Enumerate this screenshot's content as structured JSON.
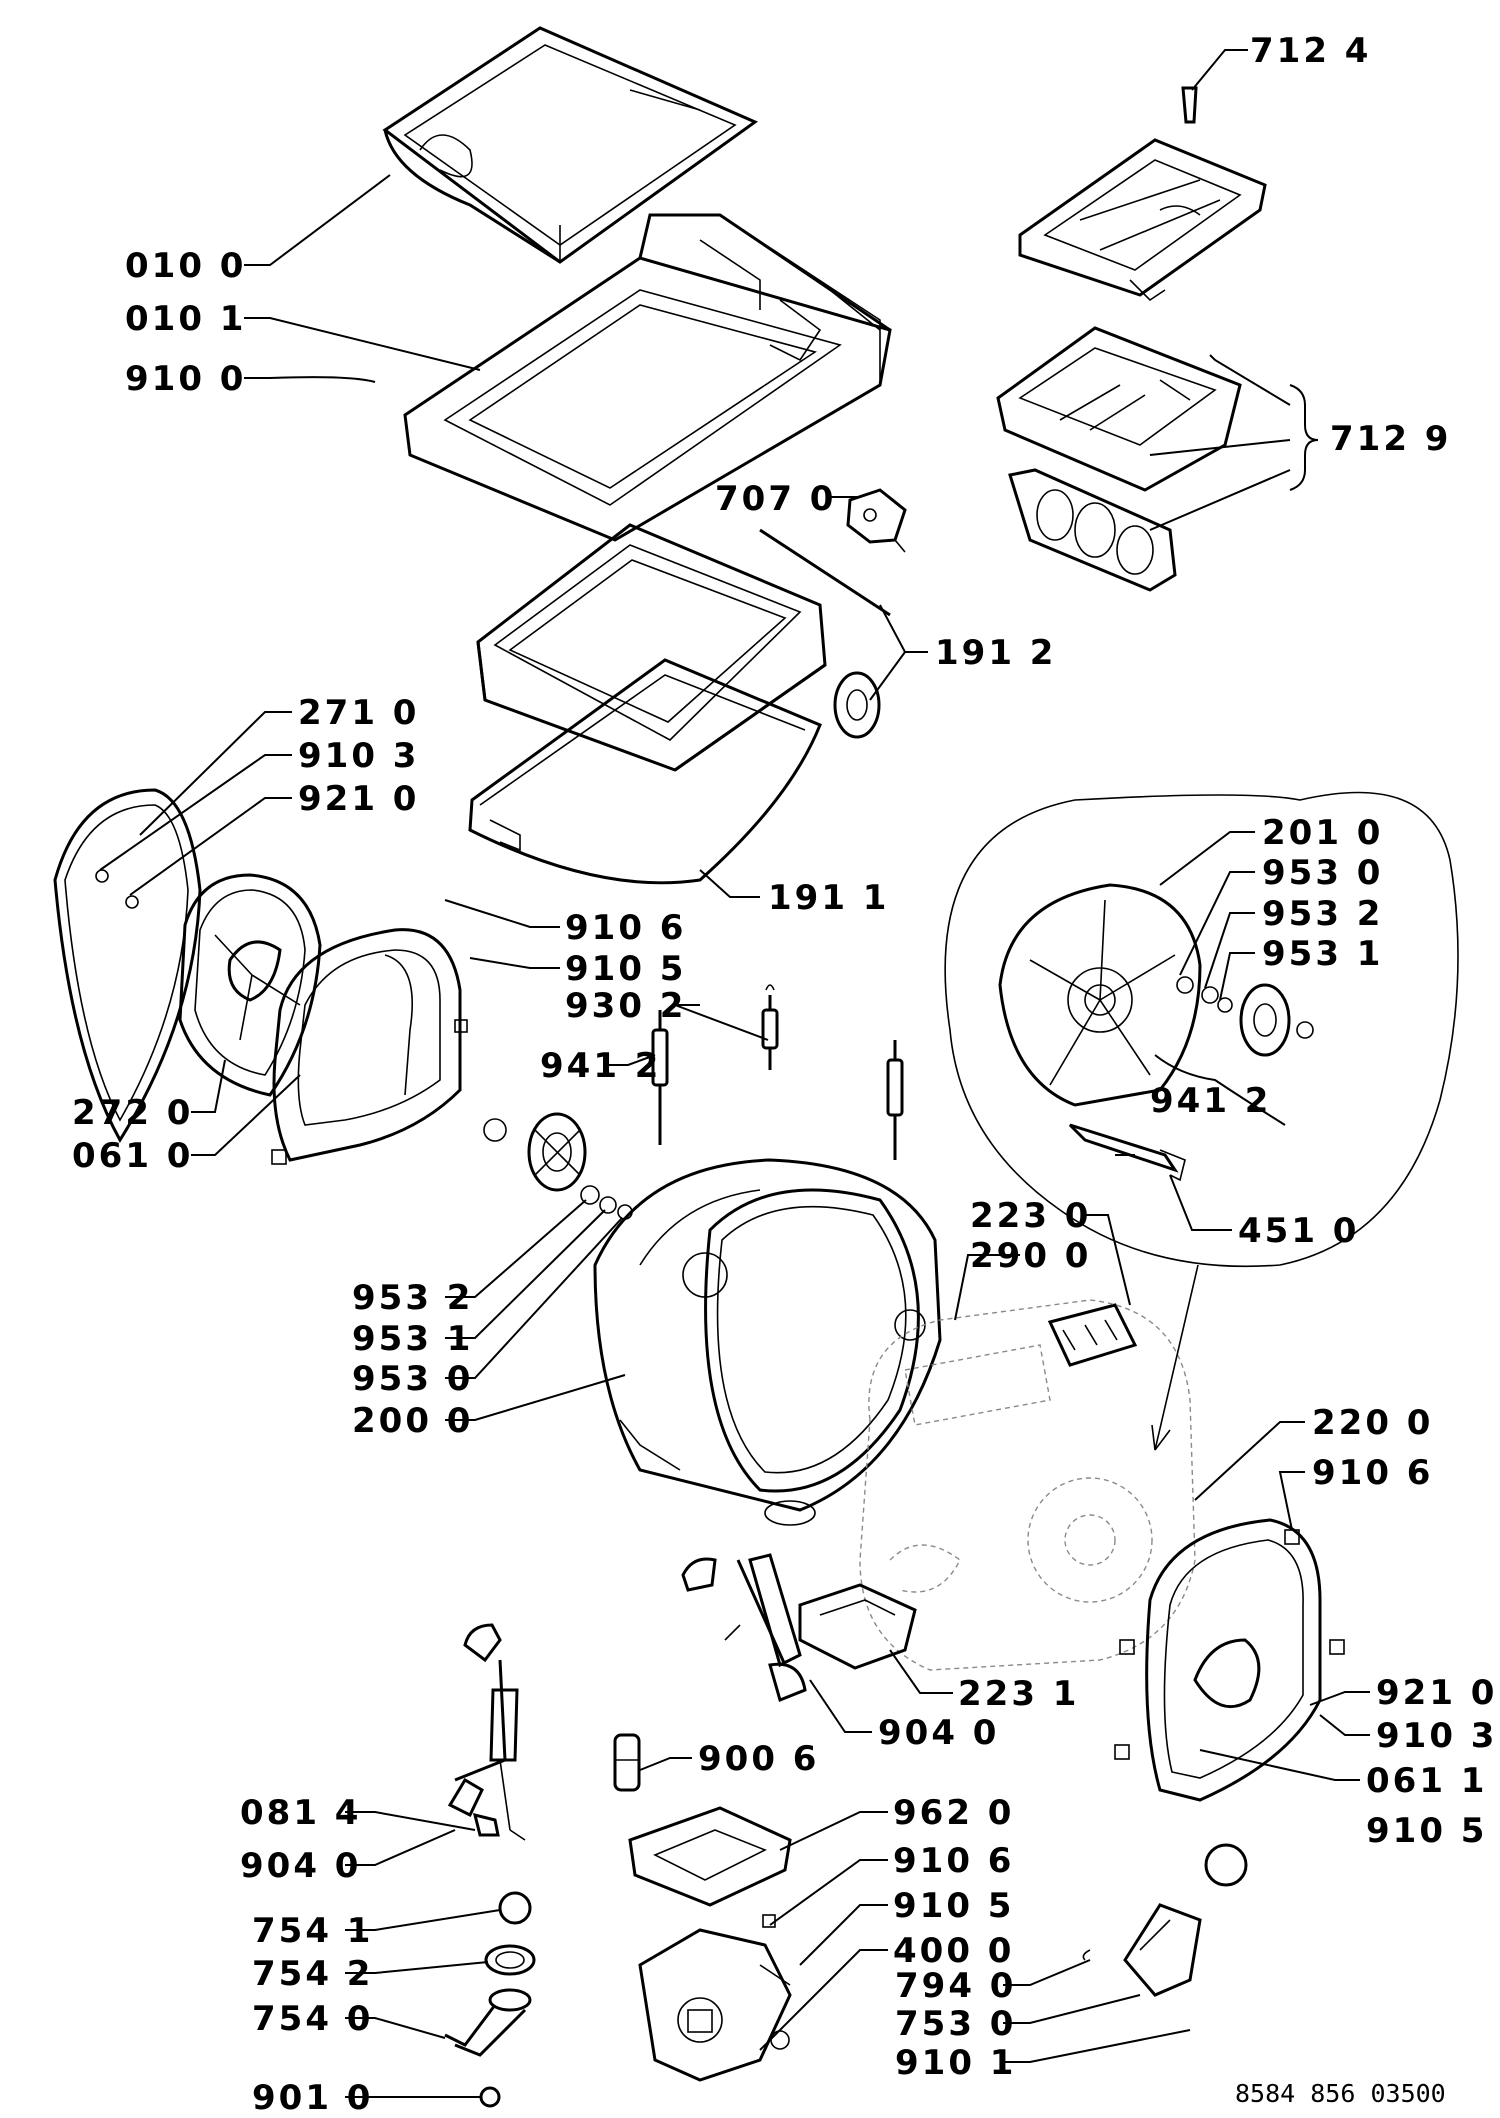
{
  "drawing_code": "8584 856 03500",
  "labels": [
    {
      "id": "l1",
      "text": "712 4"
    },
    {
      "id": "l2",
      "text": "010 0"
    },
    {
      "id": "l3",
      "text": "010 1"
    },
    {
      "id": "l4",
      "text": "910 0"
    },
    {
      "id": "l5",
      "text": "712 9"
    },
    {
      "id": "l6",
      "text": "707 0"
    },
    {
      "id": "l7",
      "text": "191 2"
    },
    {
      "id": "l8",
      "text": "271 0"
    },
    {
      "id": "l9",
      "text": "910 3"
    },
    {
      "id": "l10",
      "text": "921 0"
    },
    {
      "id": "l11",
      "text": "191 1"
    },
    {
      "id": "l12",
      "text": "201 0"
    },
    {
      "id": "l13",
      "text": "953 0"
    },
    {
      "id": "l14",
      "text": "953 2"
    },
    {
      "id": "l15",
      "text": "953 1"
    },
    {
      "id": "l16",
      "text": "910 6"
    },
    {
      "id": "l17",
      "text": "910 5"
    },
    {
      "id": "l18",
      "text": "930 2"
    },
    {
      "id": "l19",
      "text": "941 2"
    },
    {
      "id": "l20",
      "text": "941 2"
    },
    {
      "id": "l21",
      "text": "272 0"
    },
    {
      "id": "l22",
      "text": "061 0"
    },
    {
      "id": "l23",
      "text": "451 0"
    },
    {
      "id": "l24",
      "text": "223 0"
    },
    {
      "id": "l25",
      "text": "290 0"
    },
    {
      "id": "l26",
      "text": "953 2"
    },
    {
      "id": "l27",
      "text": "953 1"
    },
    {
      "id": "l28",
      "text": "953 0"
    },
    {
      "id": "l29",
      "text": "200 0"
    },
    {
      "id": "l30",
      "text": "220 0"
    },
    {
      "id": "l31",
      "text": "910 6"
    },
    {
      "id": "l32",
      "text": "223 1"
    },
    {
      "id": "l33",
      "text": "921 0"
    },
    {
      "id": "l34",
      "text": "904 0"
    },
    {
      "id": "l35",
      "text": "910 3"
    },
    {
      "id": "l36",
      "text": "900 6"
    },
    {
      "id": "l37",
      "text": "081 4"
    },
    {
      "id": "l38",
      "text": "962 0"
    },
    {
      "id": "l39",
      "text": "061 1"
    },
    {
      "id": "l40",
      "text": "910 6"
    },
    {
      "id": "l41",
      "text": "910 5"
    },
    {
      "id": "l42",
      "text": "904 0"
    },
    {
      "id": "l43",
      "text": "910 5"
    },
    {
      "id": "l44",
      "text": "754 1"
    },
    {
      "id": "l45",
      "text": "400 0"
    },
    {
      "id": "l46",
      "text": "754 2"
    },
    {
      "id": "l47",
      "text": "794 0"
    },
    {
      "id": "l48",
      "text": "754 0"
    },
    {
      "id": "l49",
      "text": "753 0"
    },
    {
      "id": "l50",
      "text": "910 1"
    },
    {
      "id": "l51",
      "text": "901 0"
    }
  ]
}
